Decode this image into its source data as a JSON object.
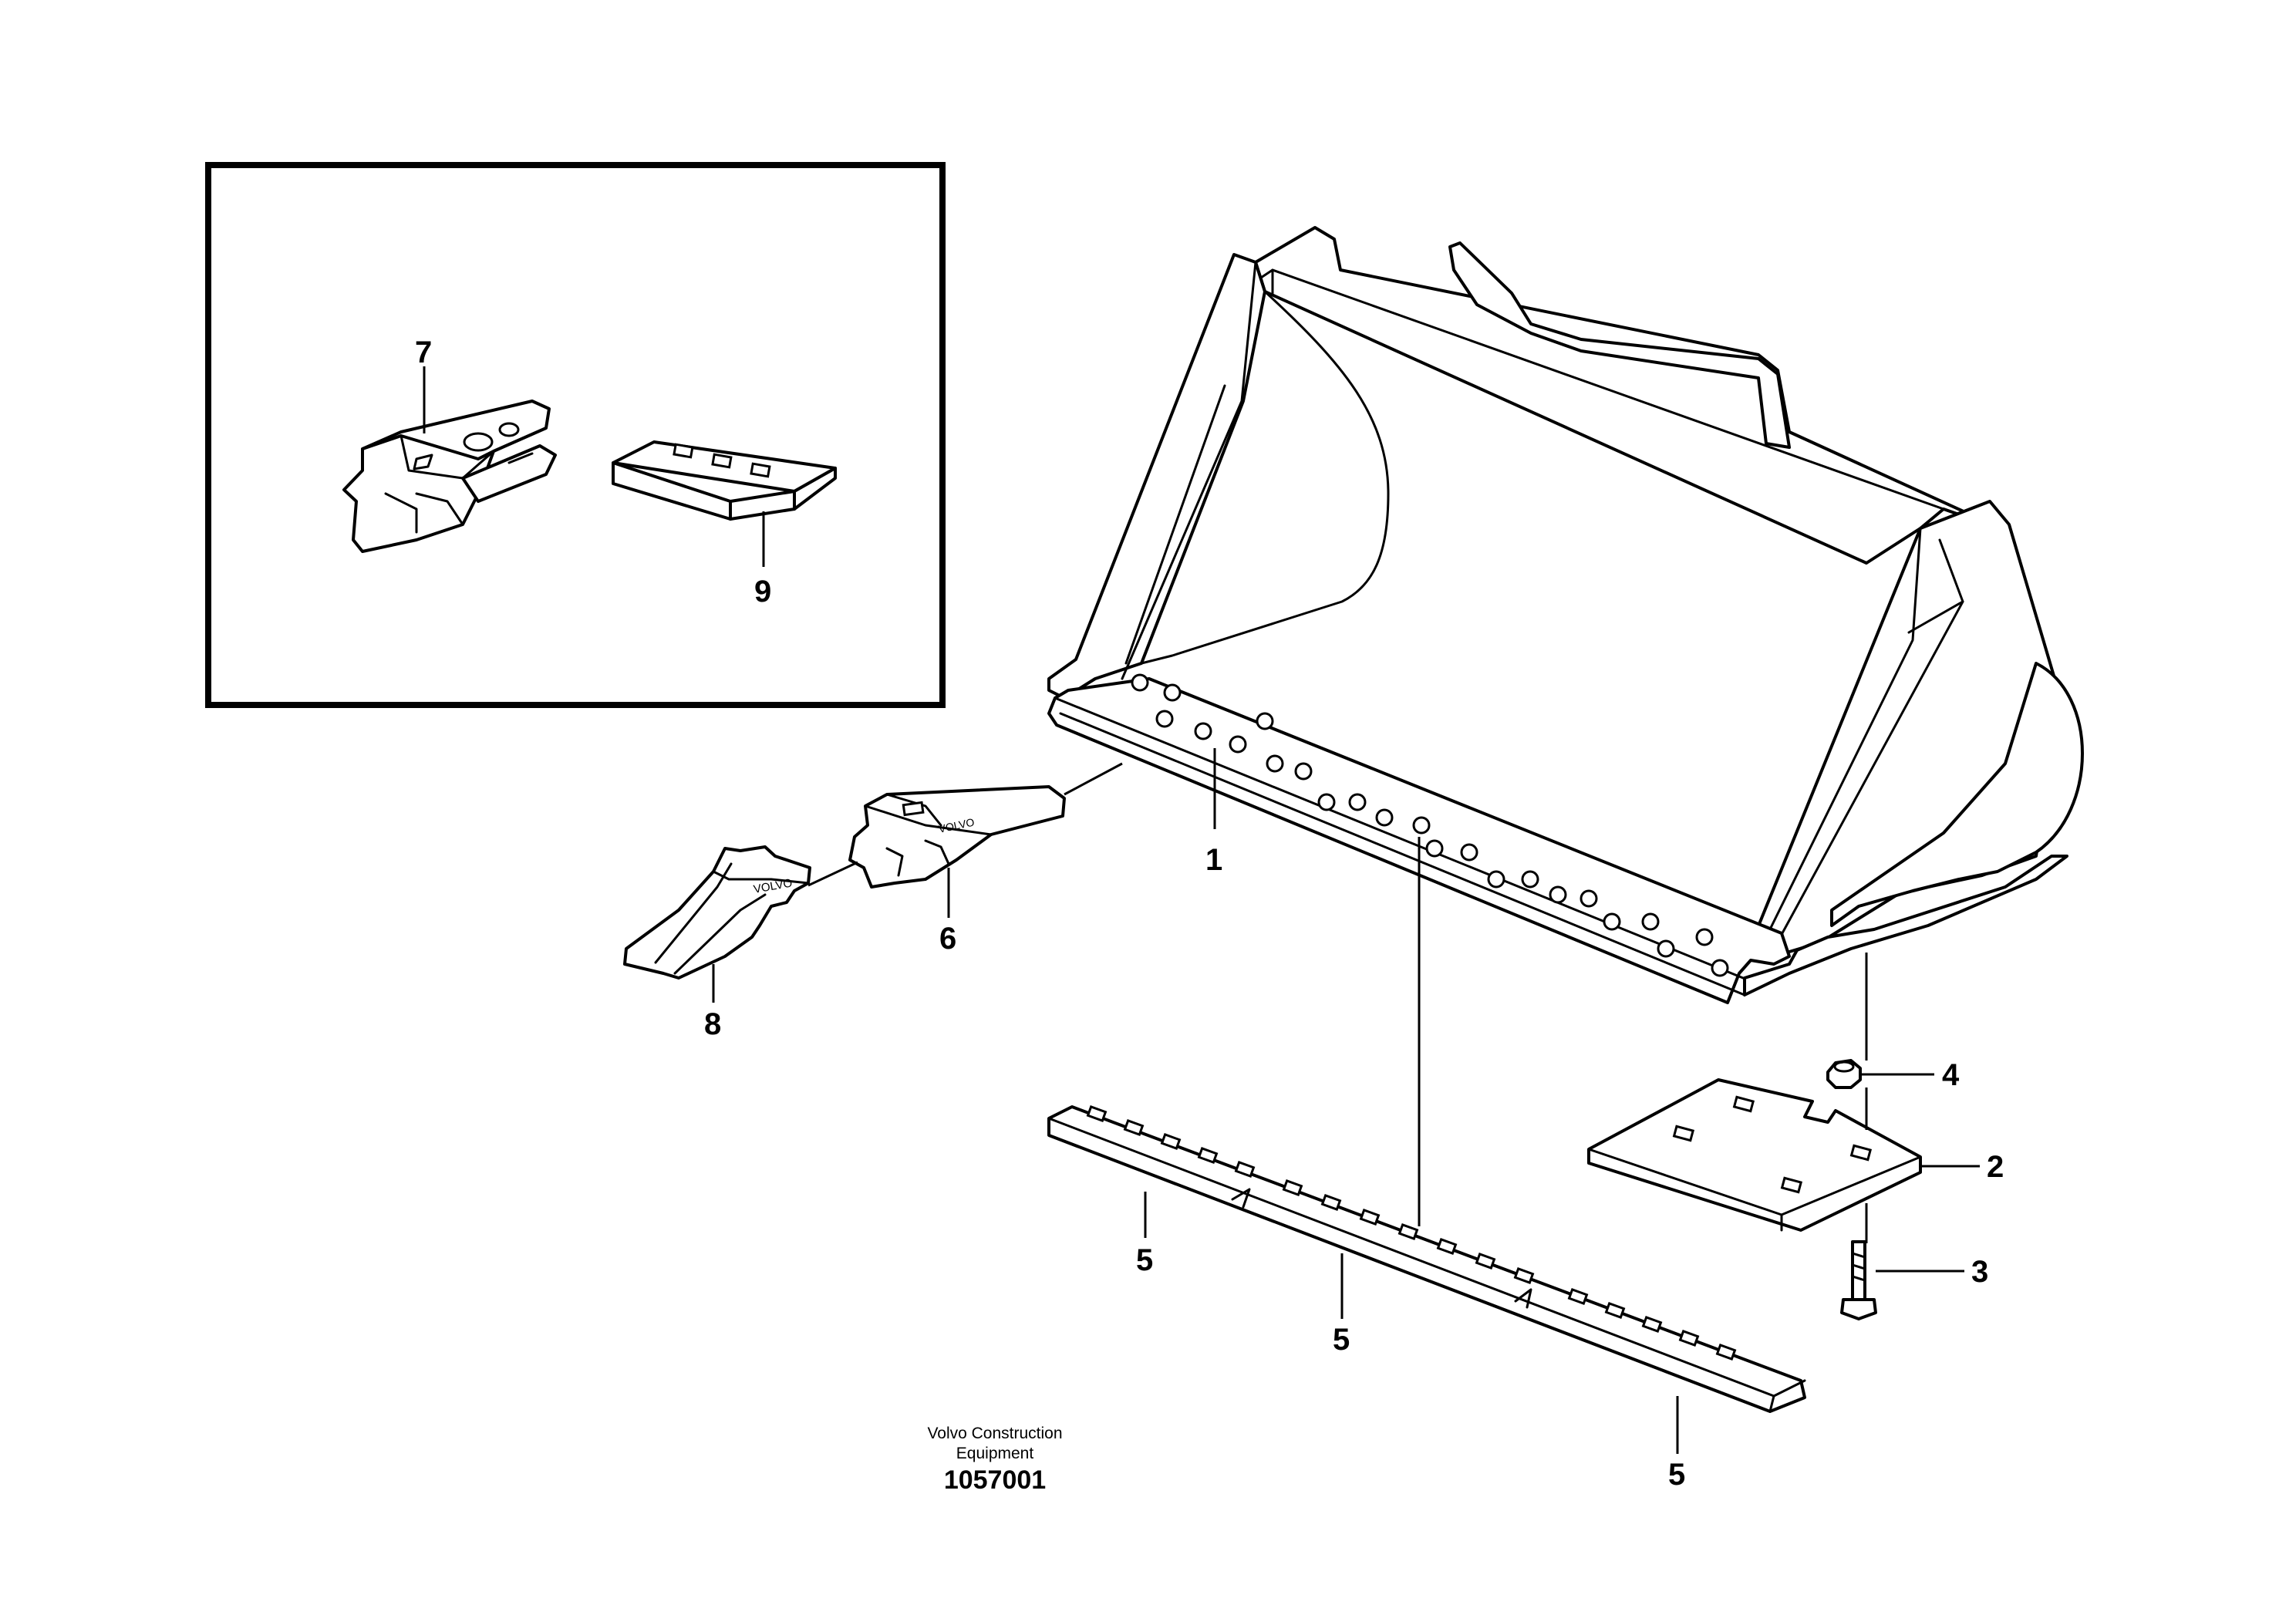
{
  "callouts": {
    "bucket": "1",
    "wear_plate": "2",
    "screw": "3",
    "nut": "4",
    "cutting_edge_left": "5",
    "cutting_edge_middle": "5",
    "cutting_edge_right": "5",
    "tooth_adapter": "6",
    "tooth_adapter_inset": "7",
    "tooth": "8",
    "wear_segment_inset": "9"
  },
  "footer": {
    "company": "Volvo Construction Equipment",
    "drawing_number": "1057001"
  },
  "markings": {
    "tooth_brand": "VOLVO"
  }
}
